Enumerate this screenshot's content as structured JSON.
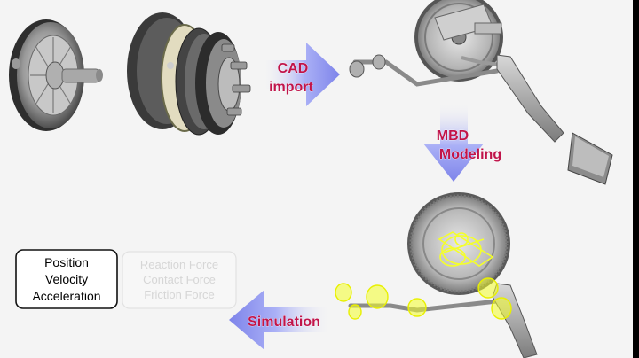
{
  "arrows": {
    "cad_import": [
      "CAD",
      "import"
    ],
    "mbd_modeling": [
      "MBD",
      "Modeling"
    ],
    "simulation": [
      "Simulation"
    ]
  },
  "outputs": {
    "kinematics": [
      "Position",
      "Velocity",
      "Acceleration"
    ],
    "forces": [
      "Reaction Force",
      "Contact Force",
      "Friction Force"
    ]
  },
  "colors": {
    "label_text": "#c0144a",
    "arrow_fill": "#8c8cf0",
    "slide_bg": "#f4f4f4",
    "highlight": "#f4ff2a"
  }
}
